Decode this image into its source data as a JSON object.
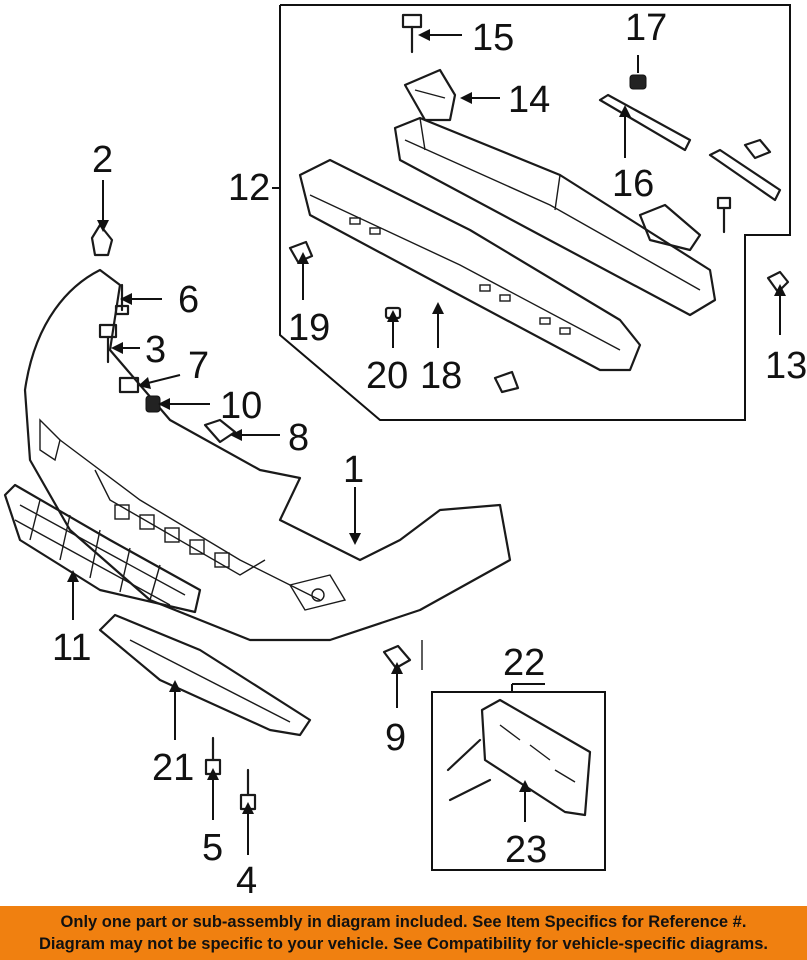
{
  "callouts": [
    "1",
    "2",
    "3",
    "4",
    "5",
    "6",
    "7",
    "8",
    "9",
    "10",
    "11",
    "12",
    "13",
    "14",
    "15",
    "16",
    "17",
    "18",
    "19",
    "20",
    "21",
    "22",
    "23"
  ],
  "banner": {
    "line1": "Only one part or sub-assembly in diagram included. See Item Specifics for Reference #.",
    "line2": "Diagram may not be specific to your vehicle. See Compatibility for vehicle-specific diagrams."
  },
  "colors": {
    "banner": "#f08010",
    "ink": "#111111",
    "background": "#ffffff"
  }
}
